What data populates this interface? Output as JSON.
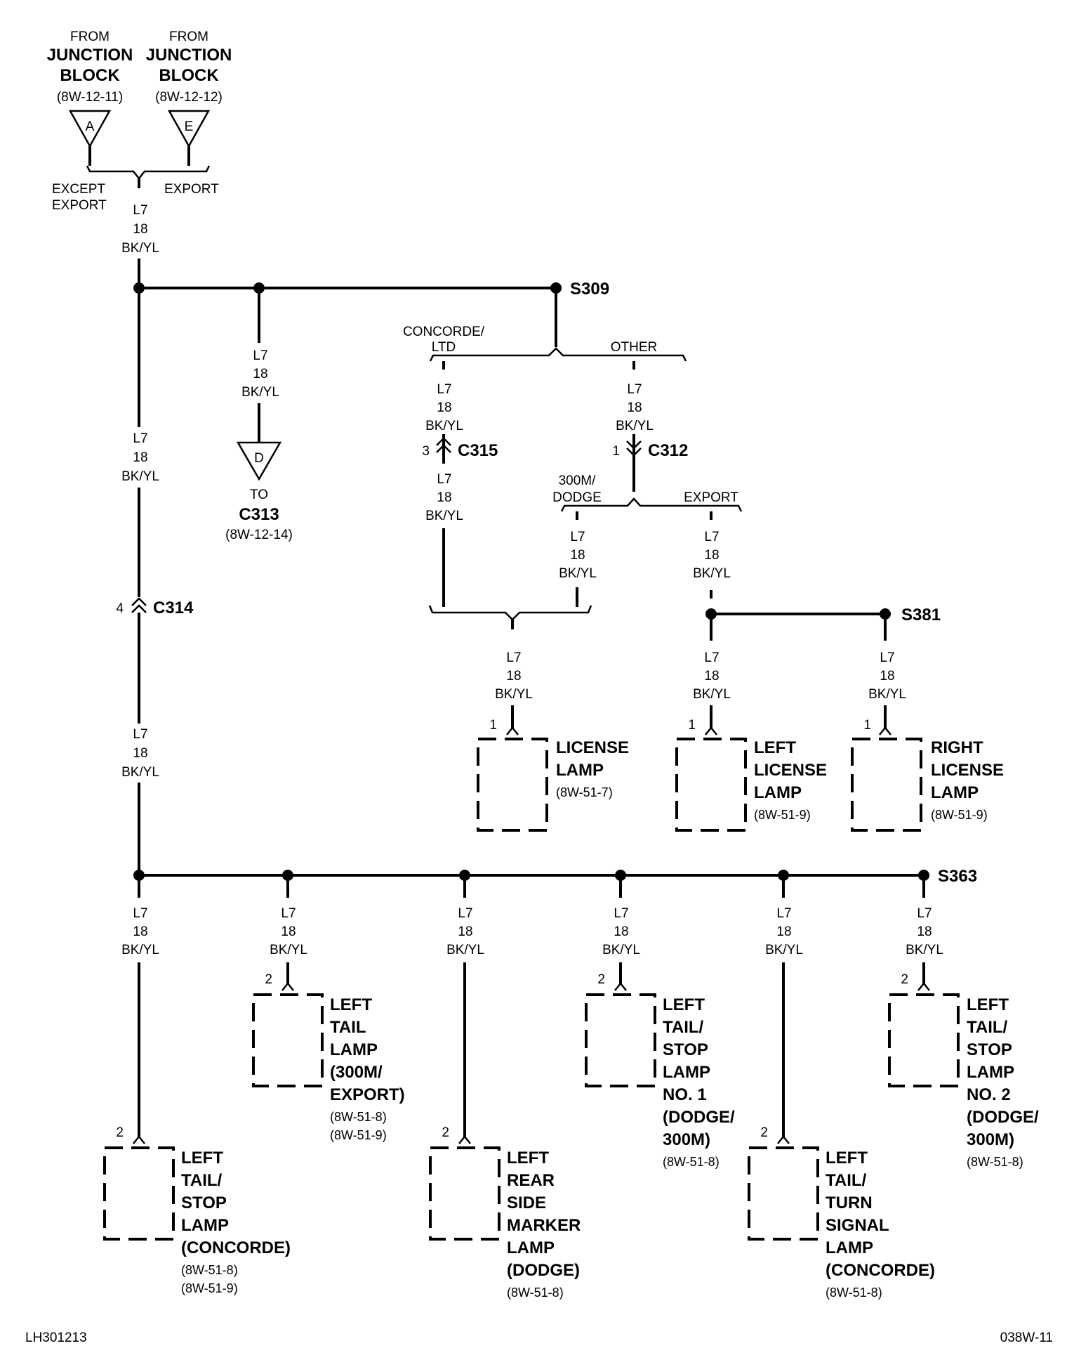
{
  "sources": {
    "a": {
      "from": "FROM",
      "line1": "JUNCTION",
      "line2": "BLOCK",
      "ref": "(8W-12-11)",
      "letter": "A"
    },
    "e": {
      "from": "FROM",
      "line1": "JUNCTION",
      "line2": "BLOCK",
      "ref": "(8W-12-12)",
      "letter": "E"
    }
  },
  "variants": {
    "except_export_1": "EXCEPT",
    "except_export_2": "EXPORT",
    "export": "EXPORT",
    "concorde_ltd_1": "CONCORDE/",
    "concorde_ltd_2": "LTD",
    "other": "OTHER",
    "m300_dodge_1": "300M/",
    "m300_dodge_2": "DODGE"
  },
  "wire": {
    "circuit": "L7",
    "gauge": "18",
    "color": "BK/YL"
  },
  "splices": {
    "s309": "S309",
    "s381": "S381",
    "s363": "S363"
  },
  "connectors": {
    "c314": {
      "name": "C314",
      "pin": "4"
    },
    "c315": {
      "name": "C315",
      "pin": "3"
    },
    "c312": {
      "name": "C312",
      "pin": "1"
    }
  },
  "to_c313": {
    "letter": "D",
    "to": "TO",
    "name": "C313",
    "ref": "(8W-12-14)"
  },
  "components": {
    "license_lamp": {
      "pin": "1",
      "lines": [
        "LICENSE",
        "LAMP"
      ],
      "refs": [
        "(8W-51-7)"
      ]
    },
    "left_license_lamp": {
      "pin": "1",
      "lines": [
        "LEFT",
        "LICENSE",
        "LAMP"
      ],
      "refs": [
        "(8W-51-9)"
      ]
    },
    "right_license_lamp": {
      "pin": "1",
      "lines": [
        "RIGHT",
        "LICENSE",
        "LAMP"
      ],
      "refs": [
        "(8W-51-9)"
      ]
    },
    "left_tail_stop_concorde": {
      "pin": "2",
      "lines": [
        "LEFT",
        "TAIL/",
        "STOP",
        "LAMP",
        "(CONCORDE)"
      ],
      "refs": [
        "(8W-51-8)",
        "(8W-51-9)"
      ]
    },
    "left_tail_300m_export": {
      "pin": "2",
      "lines": [
        "LEFT",
        "TAIL",
        "LAMP",
        "(300M/",
        "EXPORT)"
      ],
      "refs": [
        "(8W-51-8)",
        "(8W-51-9)"
      ]
    },
    "left_rear_side_marker": {
      "pin": "2",
      "lines": [
        "LEFT",
        "REAR",
        "SIDE",
        "MARKER",
        "LAMP",
        "(DODGE)"
      ],
      "refs": [
        "(8W-51-8)"
      ]
    },
    "left_tail_stop_no1": {
      "pin": "2",
      "lines": [
        "LEFT",
        "TAIL/",
        "STOP",
        "LAMP",
        "NO. 1",
        "(DODGE/",
        "300M)"
      ],
      "refs": [
        "(8W-51-8)"
      ]
    },
    "left_tail_turn_concorde": {
      "pin": "2",
      "lines": [
        "LEFT",
        "TAIL/",
        "TURN",
        "SIGNAL",
        "LAMP",
        "(CONCORDE)"
      ],
      "refs": [
        "(8W-51-8)"
      ]
    },
    "left_tail_stop_no2": {
      "pin": "2",
      "lines": [
        "LEFT",
        "TAIL/",
        "STOP",
        "LAMP",
        "NO. 2",
        "(DODGE/",
        "300M)"
      ],
      "refs": [
        "(8W-51-8)"
      ]
    }
  },
  "footer": {
    "left": "LH301213",
    "right": "038W-11"
  }
}
